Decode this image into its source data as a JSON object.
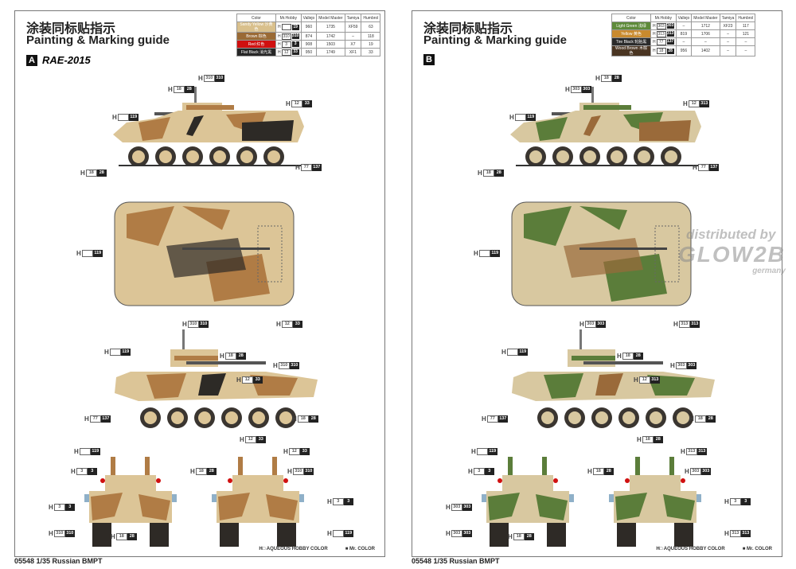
{
  "pages": [
    {
      "title_cn": "涂装同标贴指示",
      "title_en": "Painting & Marking guide",
      "badge": "A",
      "subtitle": "RAE-2015",
      "table": {
        "headers": [
          "Color",
          "Mr.Hobby",
          "Vallejo",
          "Model Master",
          "Tamiya",
          "Humbrol"
        ],
        "rows": [
          {
            "color": "Sandy Yellow 沙黄色",
            "hex": "#d9c08c",
            "h": "",
            "m": "19",
            "vallejo": "960",
            "mm": "1735",
            "tamiya": "XF59",
            "humbrol": "63"
          },
          {
            "color": "Brown 棕色",
            "hex": "#9a6a35",
            "h": "310",
            "m": "310",
            "vallejo": "874",
            "mm": "1742",
            "tamiya": "–",
            "humbrol": "118"
          },
          {
            "color": "Red 红色",
            "hex": "#d01010",
            "h": "3",
            "m": "3",
            "vallejo": "908",
            "mm": "1503",
            "tamiya": "X7",
            "humbrol": "19"
          },
          {
            "color": "Flat Black 消光黑",
            "hex": "#262626",
            "h": "12",
            "m": "33",
            "vallejo": "950",
            "mm": "1749",
            "tamiya": "XF1",
            "humbrol": "33"
          }
        ]
      },
      "callouts": [
        [
          "310",
          "310"
        ],
        [
          "18",
          "28"
        ],
        [
          "",
          "119"
        ],
        [
          "12",
          "33"
        ],
        [
          "77",
          "137"
        ],
        [
          "18",
          "28"
        ],
        [
          "",
          "119"
        ],
        [
          "310",
          "310"
        ],
        [
          "12",
          "33"
        ],
        [
          "",
          "119"
        ],
        [
          "18",
          "28"
        ],
        [
          "12",
          "33"
        ],
        [
          "310",
          "310"
        ],
        [
          "77",
          "137"
        ],
        [
          "18",
          "28"
        ],
        [
          "",
          "119"
        ],
        [
          "12",
          "33"
        ],
        [
          "3",
          "3"
        ],
        [
          "3",
          "3"
        ],
        [
          "310",
          "310"
        ],
        [
          "18",
          "28"
        ],
        [
          "12",
          "33"
        ],
        [
          "310",
          "310"
        ],
        [
          "3",
          "3"
        ],
        [
          "",
          "119"
        ],
        [
          "18",
          "28"
        ]
      ],
      "footer": {
        "aqueous": "AQUEOUS HOBBY COLOR",
        "mr": "Mr. COLOR"
      },
      "product": "05548  1/35 Russian BMPT"
    },
    {
      "title_cn": "涂装同标贴指示",
      "title_en": "Painting & Marking guide",
      "badge": "B",
      "table": {
        "headers": [
          "Color",
          "Mr.Hobby",
          "Vallejo",
          "Model Master",
          "Tamiya",
          "Humbrol"
        ],
        "rows": [
          {
            "color": "Light Green 浅绿",
            "hex": "#5e8a3a",
            "h": "303",
            "m": "303",
            "vallejo": "–",
            "mm": "1712",
            "tamiya": "XF23",
            "humbrol": "117"
          },
          {
            "color": "Yellow 黄色",
            "hex": "#c98a2e",
            "h": "313",
            "m": "313",
            "vallejo": "819",
            "mm": "1706",
            "tamiya": "–",
            "humbrol": "121"
          },
          {
            "color": "Tire Black 轮胎黑",
            "hex": "#2b2b2b",
            "h": "77",
            "m": "137",
            "vallejo": "–",
            "mm": "–",
            "tamiya": "–",
            "humbrol": "–"
          },
          {
            "color": "Wood Brown 木棕色",
            "hex": "#4a3522",
            "h": "18",
            "m": "28",
            "vallejo": "956",
            "mm": "1402",
            "tamiya": "–",
            "humbrol": "–"
          }
        ]
      },
      "callouts": [
        [
          "18",
          "28"
        ],
        [
          "303",
          "303"
        ],
        [
          "",
          "119"
        ],
        [
          "12",
          "313"
        ],
        [
          "77",
          "137"
        ],
        [
          "18",
          "28"
        ],
        [
          "",
          "119"
        ],
        [
          "303",
          "303"
        ],
        [
          "313",
          "313"
        ],
        [
          "",
          "119"
        ],
        [
          "18",
          "28"
        ],
        [
          "12",
          "313"
        ],
        [
          "303",
          "303"
        ],
        [
          "77",
          "137"
        ],
        [
          "18",
          "28"
        ],
        [
          "",
          "119"
        ],
        [
          "18",
          "28"
        ],
        [
          "3",
          "3"
        ],
        [
          "303",
          "303"
        ],
        [
          "303",
          "303"
        ],
        [
          "18",
          "28"
        ],
        [
          "313",
          "313"
        ],
        [
          "303",
          "303"
        ],
        [
          "3",
          "3"
        ],
        [
          "313",
          "313"
        ],
        [
          "18",
          "28"
        ]
      ],
      "footer": {
        "aqueous": "AQUEOUS HOBBY COLOR",
        "mr": "Mr. COLOR"
      },
      "product": "05548  1/35 Russian BMPT"
    }
  ],
  "watermark": {
    "line1": "distributed by",
    "line2": "GLOW2B",
    "line3": "germany"
  },
  "colors": {
    "A": [
      "#dcc597",
      "#b07c45",
      "#2d2a26"
    ],
    "B": [
      "#d8c8a0",
      "#5b7d3a",
      "#9a6a3a"
    ]
  }
}
